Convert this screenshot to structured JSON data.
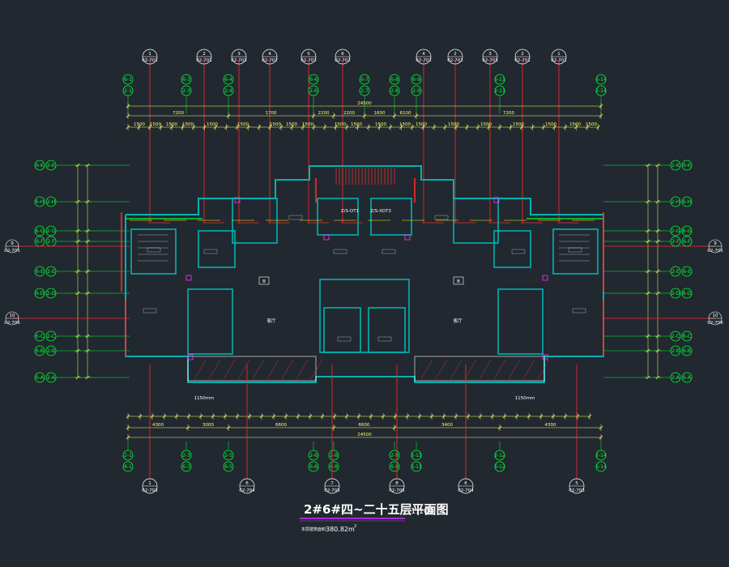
{
  "drawing": {
    "title": "2#6#四~二十五层平面图",
    "scale": "1:100",
    "area_value": "380.82m",
    "area_label": "本层建筑面积:",
    "total_width": "24500",
    "colors": {
      "background": "#212830",
      "wall": "#00b3b3",
      "dimension": "#ffff66",
      "axis_bubble": "#00ff33",
      "detail_line": "#ff2a2a",
      "text": "#ffffff",
      "title_underline": "#cc33ff"
    }
  },
  "top_details": [
    {
      "num": "1",
      "ref": "02-701"
    },
    {
      "num": "2",
      "ref": "02-701"
    },
    {
      "num": "3",
      "ref": "02-703"
    },
    {
      "num": "4",
      "ref": "02-702"
    },
    {
      "num": "5",
      "ref": "02-702"
    },
    {
      "num": "6",
      "ref": "02-702"
    },
    {
      "num": "4",
      "ref": "02-702"
    },
    {
      "num": "2",
      "ref": "02-702"
    },
    {
      "num": "3",
      "ref": "02-703"
    },
    {
      "num": "2",
      "ref": "02-701"
    },
    {
      "num": "1",
      "ref": "02-701"
    }
  ],
  "top_axes": [
    {
      "a": "6-1",
      "b": "2-1"
    },
    {
      "a": "6-3",
      "b": "2-3"
    },
    {
      "a": "6-4",
      "b": "2-4"
    },
    {
      "a": "6-6",
      "b": "2-6"
    },
    {
      "a": "6-7",
      "b": "2-7"
    },
    {
      "a": "6-8",
      "b": "2-8"
    },
    {
      "a": "6-9",
      "b": "2-9"
    },
    {
      "a": "6-11",
      "b": "2-11"
    },
    {
      "a": "6-14",
      "b": "2-14"
    }
  ],
  "bottom_axes": [
    {
      "a": "2-1",
      "b": "6-1"
    },
    {
      "a": "2-3",
      "b": "6-3"
    },
    {
      "a": "2-5",
      "b": "6-5"
    },
    {
      "a": "2-6",
      "b": "6-6"
    },
    {
      "a": "2-8",
      "b": "6-8"
    },
    {
      "a": "2-9",
      "b": "6-9"
    },
    {
      "a": "2-11",
      "b": "6-11"
    },
    {
      "a": "2-12",
      "b": "6-12"
    },
    {
      "a": "2-14",
      "b": "6-14"
    }
  ],
  "bottom_details": [
    {
      "num": "1",
      "ref": "02-703"
    },
    {
      "num": "6",
      "ref": "02-704"
    },
    {
      "num": "7",
      "ref": "02-705"
    },
    {
      "num": "8",
      "ref": "02-705"
    },
    {
      "num": "6",
      "ref": "02-704"
    },
    {
      "num": "5",
      "ref": "02-703"
    }
  ],
  "left_axes": [
    {
      "a": "6-K",
      "b": "2-K"
    },
    {
      "a": "6-H",
      "b": "2-H"
    },
    {
      "a": "6-G",
      "b": "2-G"
    },
    {
      "a": "6-F",
      "b": "2-F"
    },
    {
      "a": "6-E",
      "b": "2-E"
    },
    {
      "a": "6-D",
      "b": "2-D"
    },
    {
      "a": "6-C",
      "b": "2-C"
    },
    {
      "a": "6-B",
      "b": "2-B"
    },
    {
      "a": "6-A",
      "b": "2-A"
    }
  ],
  "right_axes": [
    {
      "a": "2-K",
      "b": "6-K"
    },
    {
      "a": "2-H",
      "b": "6-H"
    },
    {
      "a": "2-G",
      "b": "6-G"
    },
    {
      "a": "2-F",
      "b": "6-F"
    },
    {
      "a": "2-E",
      "b": "6-E"
    },
    {
      "a": "2-D",
      "b": "6-D"
    },
    {
      "a": "2-C",
      "b": "6-C"
    },
    {
      "a": "2-B",
      "b": "6-B"
    },
    {
      "a": "2-A",
      "b": "6-A"
    }
  ],
  "side_details": [
    {
      "num": "9",
      "ref": "02-705"
    },
    {
      "num": "10",
      "ref": "02-706"
    },
    {
      "num": "9",
      "ref": "02-705"
    },
    {
      "num": "10",
      "ref": "02-706"
    }
  ],
  "dims_top_overall": [
    "7200",
    "1700",
    "2200",
    "2200",
    "1600",
    "6100",
    "7200"
  ],
  "dims_bottom_overall": [
    "4300",
    "3000",
    "6600",
    "6600",
    "3400",
    "4300"
  ],
  "room_labels": {
    "stair_a": "Z/S-DT1",
    "stair_b": "Z/S-XDT3",
    "left_room": "客厅",
    "right_room": "客厅",
    "balcony_l": "1150mm",
    "balcony_r": "1150mm",
    "unit_l": "B",
    "unit_r": "B"
  }
}
